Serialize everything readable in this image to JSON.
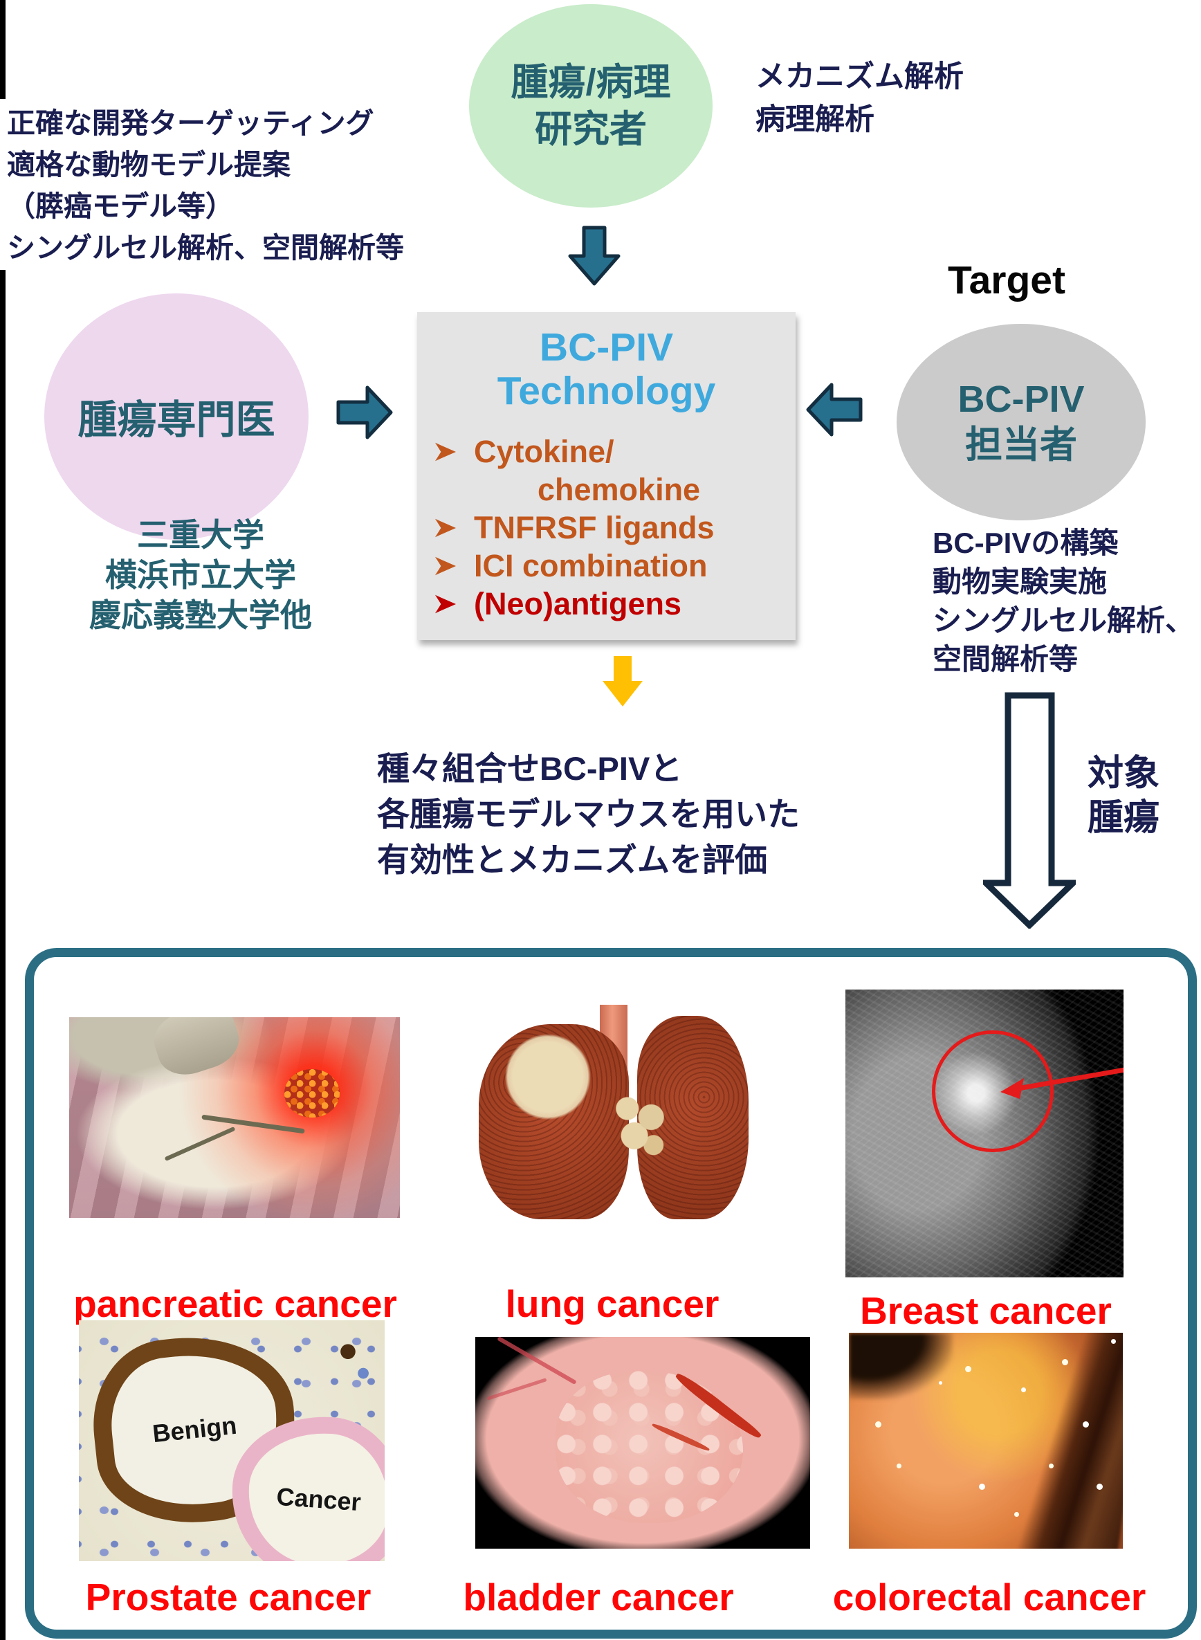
{
  "top": {
    "left_notes": [
      "正確な開発ターゲッティング",
      "適格な動物モデル提案",
      "（膵癌モデル等）",
      "シングルセル解析、空間解析等"
    ],
    "pathology_ellipse": {
      "lines": [
        "腫瘍/病理",
        "研究者"
      ]
    },
    "pathology_notes": [
      "メカニズム解析",
      "病理解析"
    ],
    "oncologist_label": "腫瘍専門医",
    "universities": [
      "三重大学",
      "横浜市立大学",
      "慶応義塾大学他"
    ],
    "target_heading": "Target",
    "bcpiv_ellipse": {
      "lines": [
        "BC-PIV",
        "担当者"
      ]
    },
    "bcpiv_notes": [
      "BC-PIVの構築",
      "動物実験実施",
      "シングルセル解析、",
      "空間解析等"
    ],
    "tech_box": {
      "title_lines": [
        "BC-PIV",
        "Technology"
      ],
      "bullets": [
        {
          "line1": "Cytokine/",
          "line2": "chemokine",
          "color": "#c2571d"
        },
        {
          "text": "TNFRSF ligands",
          "color": "#c2571d"
        },
        {
          "text": "ICI combination",
          "color": "#c2571d"
        },
        {
          "text": "(Neo)antigens",
          "color": "#c00000"
        }
      ]
    },
    "evaluation_lines": [
      "種々組合せBC-PIVと",
      "各腫瘍モデルマウスを用いた",
      "有効性とメカニズムを評価"
    ],
    "target_tumor_lines": [
      "対象",
      "腫瘍"
    ]
  },
  "panel": {
    "items": [
      {
        "label": "pancreatic cancer"
      },
      {
        "label": "lung cancer"
      },
      {
        "label": "Breast cancer"
      },
      {
        "label": "Prostate cancer",
        "annotations": [
          "Benign",
          "Cancer"
        ]
      },
      {
        "label": "bladder cancer"
      },
      {
        "label": "colorectal cancer"
      }
    ]
  },
  "colors": {
    "navy_text": "#191d4f",
    "teal_label_text": "#24606f",
    "green_ellipse": "#c9ecca",
    "pink_ellipse": "#eed8ee",
    "gray_ellipse": "#cbcbcb",
    "box_background": "#e4e4e4",
    "box_title_blue": "#3fa9dd",
    "bullet_orange": "#c2571d",
    "bullet_red": "#c00000",
    "block_arrow_teal": "#26708e",
    "yellow_arrow": "#ffc003",
    "cancer_label_red": "#fe0606",
    "panel_border_teal": "#2b6e84"
  }
}
